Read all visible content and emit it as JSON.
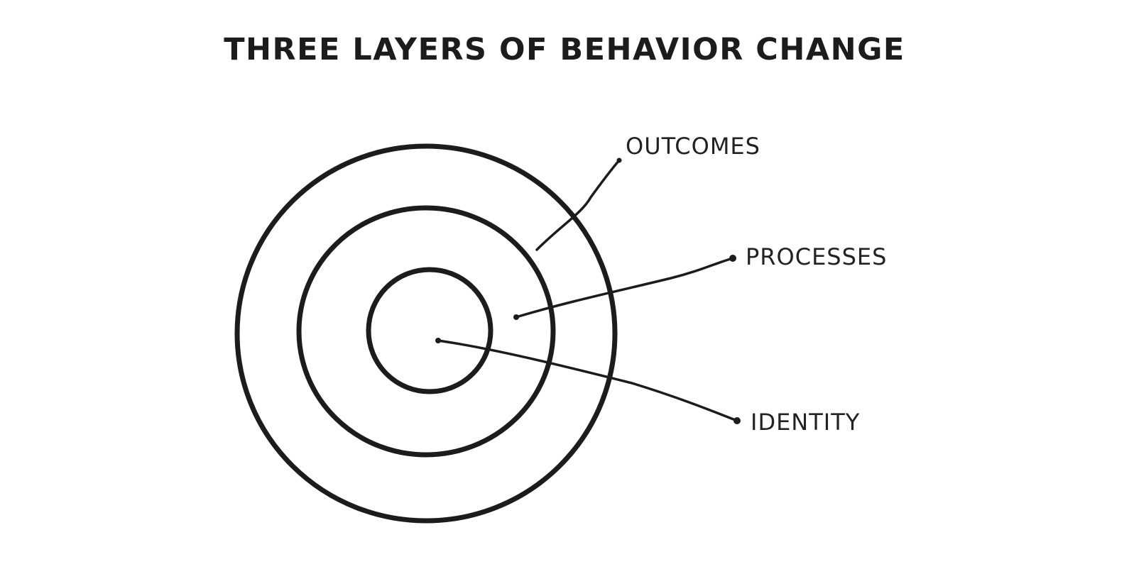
{
  "title": "THREE LAYERS OF BEHAVIOR CHANGE",
  "layers": [
    {
      "label": "OUTCOMES"
    },
    {
      "label": "PROCESSES"
    },
    {
      "label": "IDENTITY"
    }
  ]
}
